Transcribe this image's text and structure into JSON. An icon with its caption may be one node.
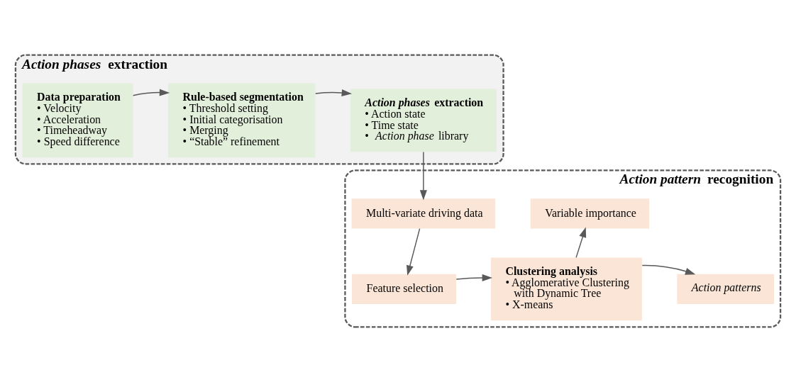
{
  "diagram": {
    "nodes": [
      {
        "text": [
          "*Action phases* extraction"
        ]
      },
      {
        "text": [
          "Data preparation",
          "• Velocity",
          "• Acceleration",
          "• Timeheadway",
          "• Speed difference"
        ],
        "in": 0
      },
      {
        "text": [
          "Rule-based segmentation",
          "• Threshold setting",
          "• Initial categorisation",
          "• Merging",
          "• “Stable” refinement"
        ],
        "in": 0
      },
      {
        "text": [
          "*Action phases* extraction",
          "• Action state",
          "• Time state",
          "• *Action phase* library"
        ],
        "in": 0
      },
      {
        "text": [
          "*Action pattern* recognition"
        ]
      },
      {
        "text": [
          "Multi-variate driving data"
        ],
        "in": 4
      },
      {
        "text": [
          "Feature selection"
        ],
        "in": 4
      },
      {
        "text": [
          "Clustering analysis",
          "• Agglomerative Clustering with Dynamic Tree",
          "• X-means"
        ],
        "in": 4
      },
      {
        "text": [
          "Variable importance"
        ],
        "in": 4
      },
      {
        "text": [
          "Action patterns"
        ],
        "in": 4
      }
    ],
    "edges": [
      {
        "from": 1,
        "to": 2,
        "arrow": "to"
      },
      {
        "from": 2,
        "to": 3,
        "arrow": "to"
      },
      {
        "from": 3,
        "to": 5,
        "arrow": "to"
      },
      {
        "from": 5,
        "to": 6,
        "arrow": "to"
      },
      {
        "from": 6,
        "to": 7,
        "arrow": "to"
      },
      {
        "from": 7,
        "to": 8,
        "arrow": "to"
      },
      {
        "from": 7,
        "to": 9,
        "arrow": "to"
      }
    ]
  }
}
